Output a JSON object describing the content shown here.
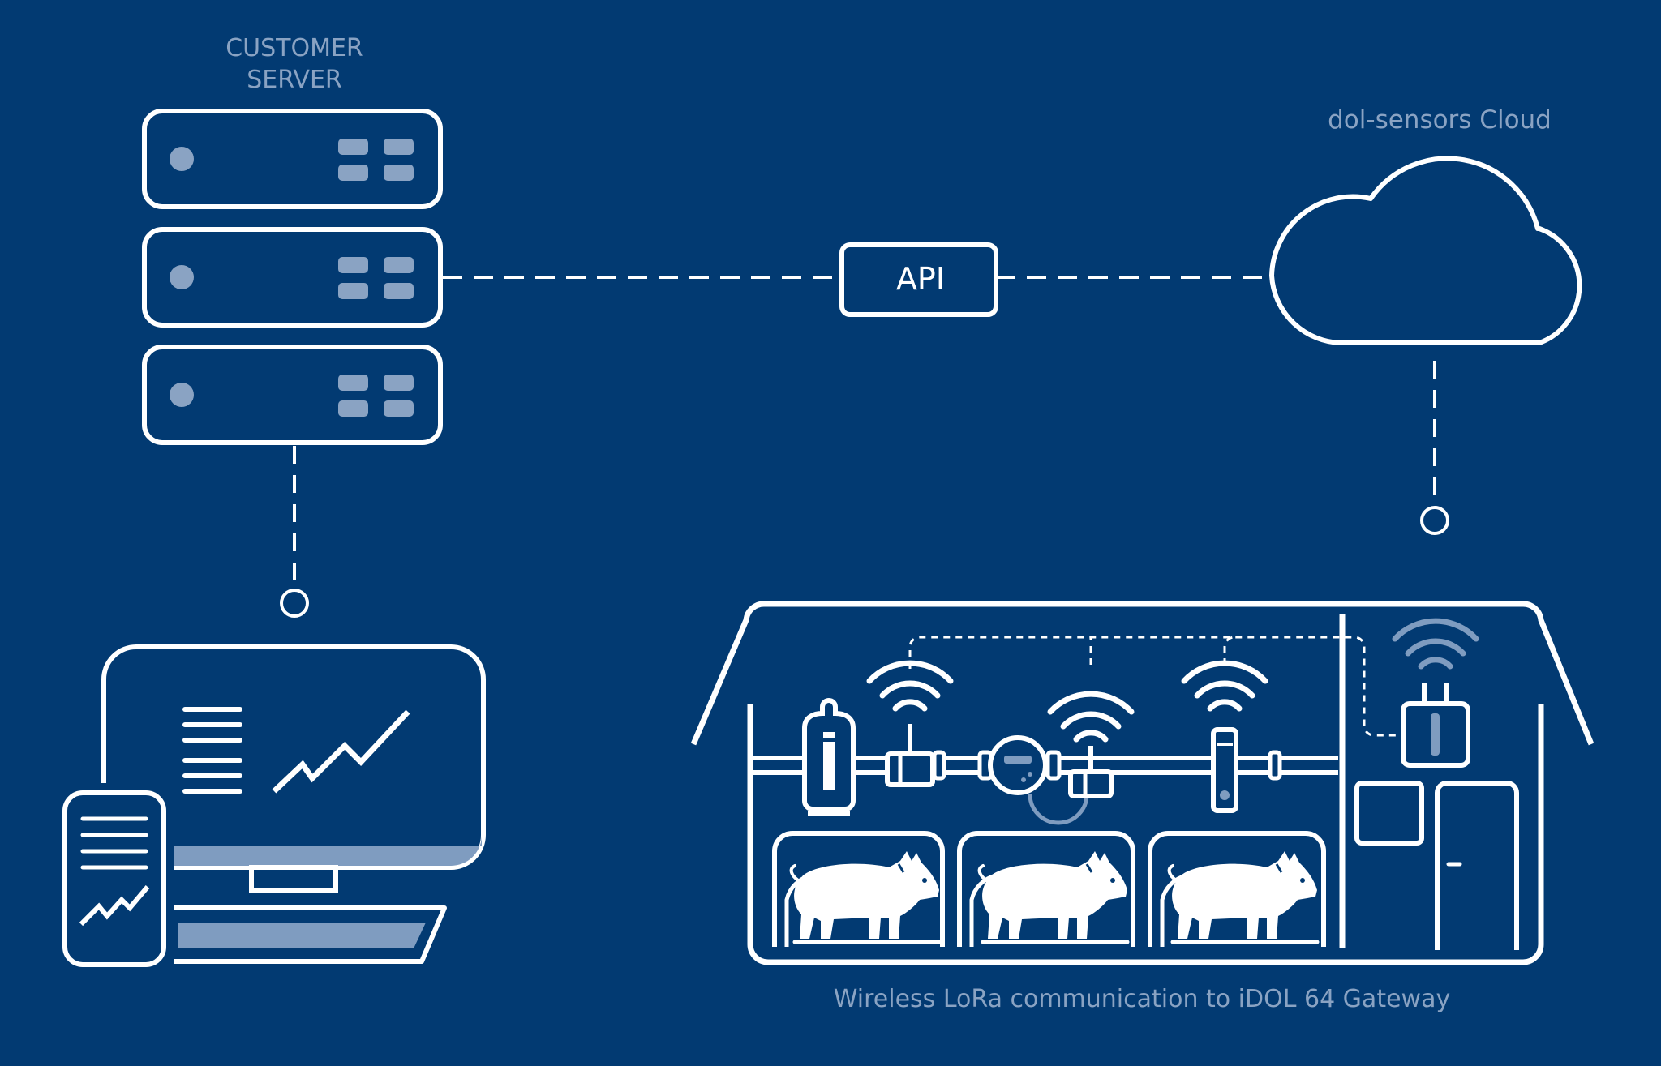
{
  "colors": {
    "background": "#023A72",
    "line": "#FFFFFF",
    "muted": "#8AA3C3",
    "fill_muted": "#7F9CC0"
  },
  "server": {
    "label_line1": "CUSTOMER",
    "label_line2": "SERVER"
  },
  "api": {
    "label": "API"
  },
  "cloud": {
    "label": "dol-sensors Cloud"
  },
  "barn": {
    "caption": "Wireless LoRa communication to iDOL 64 Gateway"
  },
  "icons": {
    "server": "server-rack-icon",
    "cloud": "cloud-icon",
    "devices": "desktop-and-phone-icon",
    "barn": "pig-barn-icon",
    "wifi": "wifi-signal-icon",
    "pig": "pig-icon",
    "gateway": "gateway-icon"
  }
}
